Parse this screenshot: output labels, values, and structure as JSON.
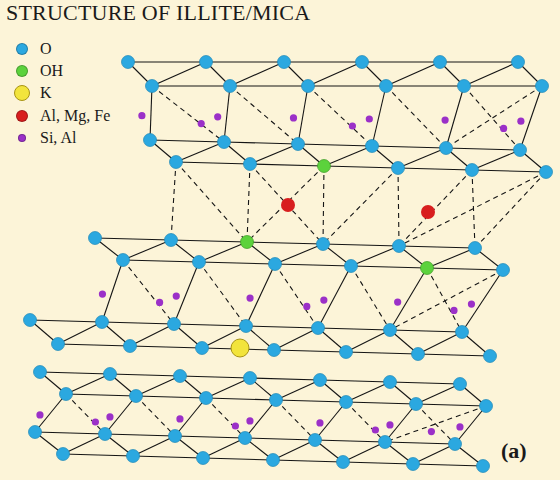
{
  "diagram": {
    "title": "STRUCTURE OF ILLITE/MICA",
    "labels": [
      "(a)"
    ],
    "legend": [
      {
        "text": "O",
        "color": "#2ba8e0"
      },
      {
        "text": "OH",
        "color": "#5cd23c"
      },
      {
        "text": "K",
        "color": "#f2e43c"
      },
      {
        "text": "Al, Mg, Fe",
        "color": "#d81e1e"
      },
      {
        "text": "Si, Al",
        "color": "#9b30c8"
      }
    ]
  }
}
